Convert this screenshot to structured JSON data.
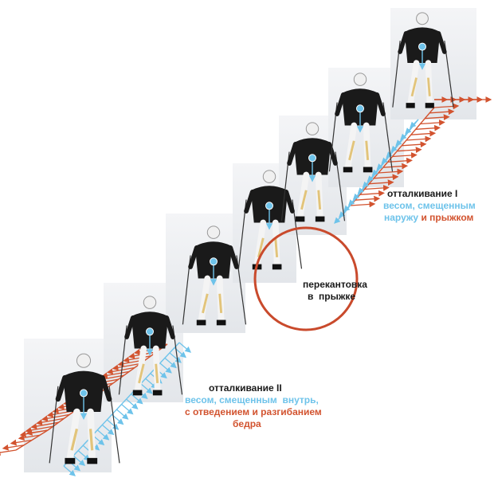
{
  "labels": {
    "push1": {
      "title": "отталкивание I",
      "line1": "весом, смещенным",
      "line2_a": "наружу",
      "line2_b": " и прыжком"
    },
    "edge_change": {
      "line1": "перекантовка",
      "line2": "в  прыжке"
    },
    "push2": {
      "title": "отталкивание II",
      "line1": "весом, смещенным  внутрь,",
      "line2": "с отведением и разгибанием",
      "line3": "бедра"
    }
  },
  "colors": {
    "blue": "#6ec3ea",
    "red": "#d2532f",
    "circle": "#c94a2c",
    "black": "#1a1a1a"
  },
  "icons": [
    "skier-figure",
    "center-of-mass-dot",
    "weight-arrow",
    "force-arrow-field",
    "highlight-circle"
  ]
}
